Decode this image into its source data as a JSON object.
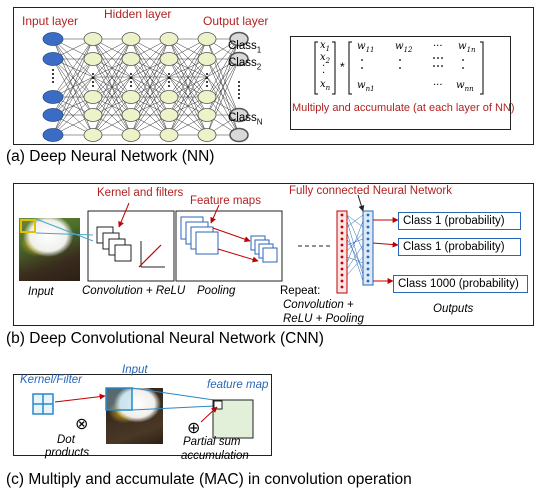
{
  "nn": {
    "input_label": "Input layer",
    "hidden_label": "Hidden layer",
    "output_label": "Output layer",
    "class1_base": "Class",
    "class1_sub": "1",
    "class2_base": "Class",
    "class2_sub": "2",
    "classN_base": "Class",
    "classN_sub": "N",
    "x_vector": [
      "x",
      "x",
      "·",
      "·",
      "x"
    ],
    "x_subs": [
      "1",
      "2",
      "",
      "",
      "n"
    ],
    "times": "*",
    "w_row1": [
      "w",
      "w",
      "···",
      "w"
    ],
    "w_row1_subs": [
      "11",
      "12",
      "",
      "1n"
    ],
    "w_rowN": [
      "w",
      "···",
      "w"
    ],
    "w_rowN_subs": [
      "n1",
      "",
      "nn"
    ],
    "mac_text": "Multiply and accumulate (at each layer of NN)",
    "caption": "(a) Deep Neural Network (NN)"
  },
  "cnn": {
    "kernel_label": "Kernel and filters",
    "feature_maps_label": "Feature maps",
    "fc_label": "Fully connected Neural Network",
    "input_label": "Input",
    "conv_label": "Convolution + ReLU",
    "pooling_label": "Pooling",
    "repeat_l1": "Repeat:",
    "repeat_l2": "Convolution +",
    "repeat_l3": "ReLU + Pooling",
    "class_a": "Class 1 (probability)",
    "class_b": "Class 1 (probability)",
    "class_c": "Class 1000 (probability)",
    "outputs_label": "Outputs",
    "caption": "(b) Deep Convolutional Neural Network (CNN)"
  },
  "mac": {
    "kernel_label": "Kernel/Filter",
    "input_label": "Input",
    "feature_label": "feature map",
    "otimes": "⊗",
    "oplus": "⊕",
    "dot_l1": "Dot",
    "dot_l2": "products",
    "partial_l1": "Partial sum",
    "partial_l2": "accumulation",
    "caption": "(c) Multiply and accumulate (MAC) in convolution operation"
  },
  "colors": {
    "red_text": "#b22222",
    "blue_neuron": "#3b6cc4",
    "yellow_neuron": "#eef2c8",
    "gray_neuron": "#d9d9d9",
    "blue_box": "#2a66b8",
    "feature_fill": "#e2efd9"
  }
}
